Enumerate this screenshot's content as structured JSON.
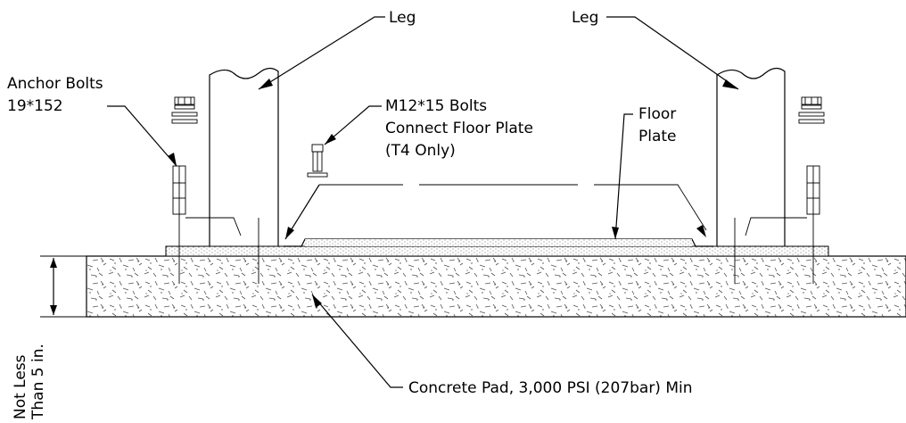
{
  "labels": {
    "leg_left": "Leg",
    "leg_right": "Leg",
    "anchor_bolts_line1": "Anchor Bolts",
    "anchor_bolts_line2": "19*152",
    "m12_line1": "M12*15 Bolts",
    "m12_line2": "Connect Floor Plate",
    "m12_line3": "(T4 Only)",
    "floor_plate_line1": "Floor",
    "floor_plate_line2": "Plate",
    "concrete_pad": "Concrete Pad, 3,000 PSI (207bar) Min",
    "dimension_line1": "Not Less",
    "dimension_line2": "Than 5 in."
  }
}
